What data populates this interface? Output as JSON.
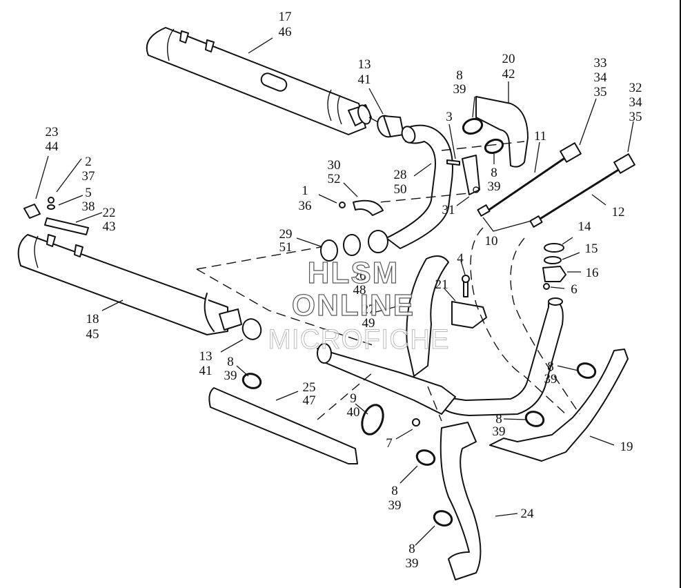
{
  "diagram": {
    "title": "Exhaust system exploded parts view",
    "watermark": {
      "line1": "HLSM",
      "line2": "ONLINE",
      "line3": "MICROFICHE"
    },
    "callouts": {
      "c17_46": [
        "17",
        "46"
      ],
      "c13_41_top": [
        "13",
        "41"
      ],
      "c20_42": [
        "20",
        "42"
      ],
      "c8_39_top": [
        "8",
        "39"
      ],
      "c3": [
        "3"
      ],
      "c8_39_b": [
        "8",
        "39"
      ],
      "c11": [
        "11"
      ],
      "c33_34_35": [
        "33",
        "34",
        "35"
      ],
      "c32_34_35": [
        "32",
        "34",
        "35"
      ],
      "c12": [
        "12"
      ],
      "c23_44": [
        "23",
        "44"
      ],
      "c2_37": [
        "2",
        "37"
      ],
      "c5_38": [
        "5",
        "38"
      ],
      "c22_43": [
        "22",
        "43"
      ],
      "c30_52": [
        "30",
        "52"
      ],
      "c1_36": [
        "1",
        "36"
      ],
      "c28_50": [
        "28",
        "50"
      ],
      "c31": [
        "31"
      ],
      "c10": [
        "10"
      ],
      "c14": [
        "14"
      ],
      "c15": [
        "15"
      ],
      "c16": [
        "16"
      ],
      "c6": [
        "6"
      ],
      "c29_51": [
        "29",
        "51"
      ],
      "c26_48": [
        "26",
        "48"
      ],
      "c4": [
        "4"
      ],
      "c21": [
        "21"
      ],
      "c27_49": [
        "27",
        "49"
      ],
      "c18_45": [
        "18",
        "45"
      ],
      "c13_41_bot": [
        "13",
        "41"
      ],
      "c8_39_c": [
        "8",
        "39"
      ],
      "c25_47": [
        "25",
        "47"
      ],
      "c9_40": [
        "9",
        "40"
      ],
      "c7": [
        "7"
      ],
      "c8_39_d": [
        "8",
        "39"
      ],
      "c8_39_e": [
        "8",
        "39"
      ],
      "c19": [
        "19"
      ],
      "c8_39_f": [
        "8",
        "39"
      ],
      "c24": [
        "24"
      ],
      "c8_39_g": [
        "8",
        "39"
      ]
    }
  }
}
